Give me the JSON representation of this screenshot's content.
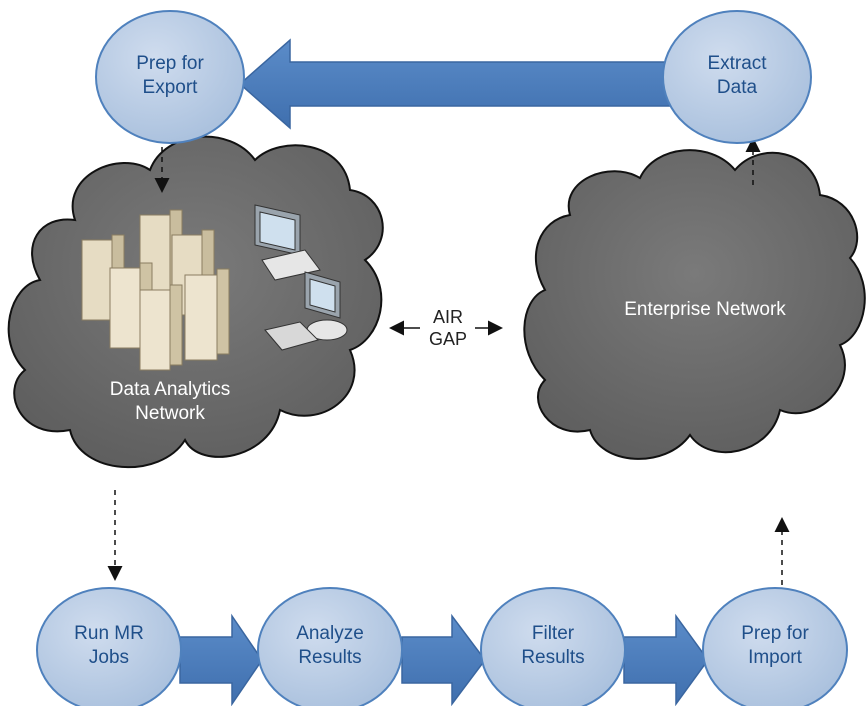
{
  "nodes": {
    "prep_export": [
      "Prep for",
      "Export"
    ],
    "extract_data": [
      "Extract",
      "Data"
    ],
    "run_mr": [
      "Run MR",
      "Jobs"
    ],
    "analyze": [
      "Analyze",
      "Results"
    ],
    "filter": [
      "Filter",
      "Results"
    ],
    "prep_import": [
      "Prep for",
      "Import"
    ]
  },
  "clouds": {
    "analytics": [
      "Data Analytics",
      "Network"
    ],
    "enterprise": [
      "Enterprise Network"
    ]
  },
  "air_gap": [
    "AIR",
    "GAP"
  ],
  "colors": {
    "node_fill": "#b8cce4",
    "node_stroke": "#4f81bd",
    "arrow_fill": "#4f81bd",
    "cloud_fill": "#6b6b6b",
    "cloud_stroke": "#1a1a1a"
  }
}
